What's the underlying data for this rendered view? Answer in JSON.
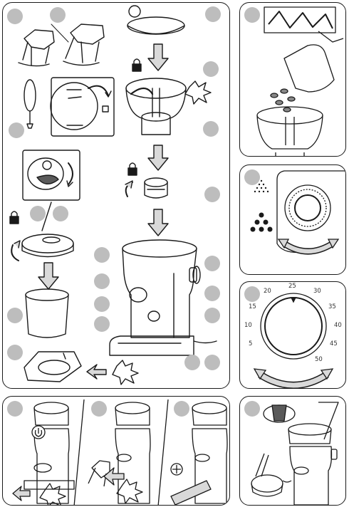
{
  "dial": {
    "labels": [
      "20",
      "25",
      "30",
      "35",
      "40",
      "45",
      "50",
      "5",
      "10",
      "15"
    ],
    "top_index": "25"
  },
  "colors": {
    "outline": "#1a1a1a",
    "badge": "#bdbdbd",
    "arrow_fill": "#d9d9d9",
    "shade": "#5a5a5a"
  },
  "icons": {
    "lock": "lock-icon",
    "rotate": "rotate-arrow-icon",
    "down": "down-arrow-icon",
    "burst": "click-burst-icon"
  }
}
